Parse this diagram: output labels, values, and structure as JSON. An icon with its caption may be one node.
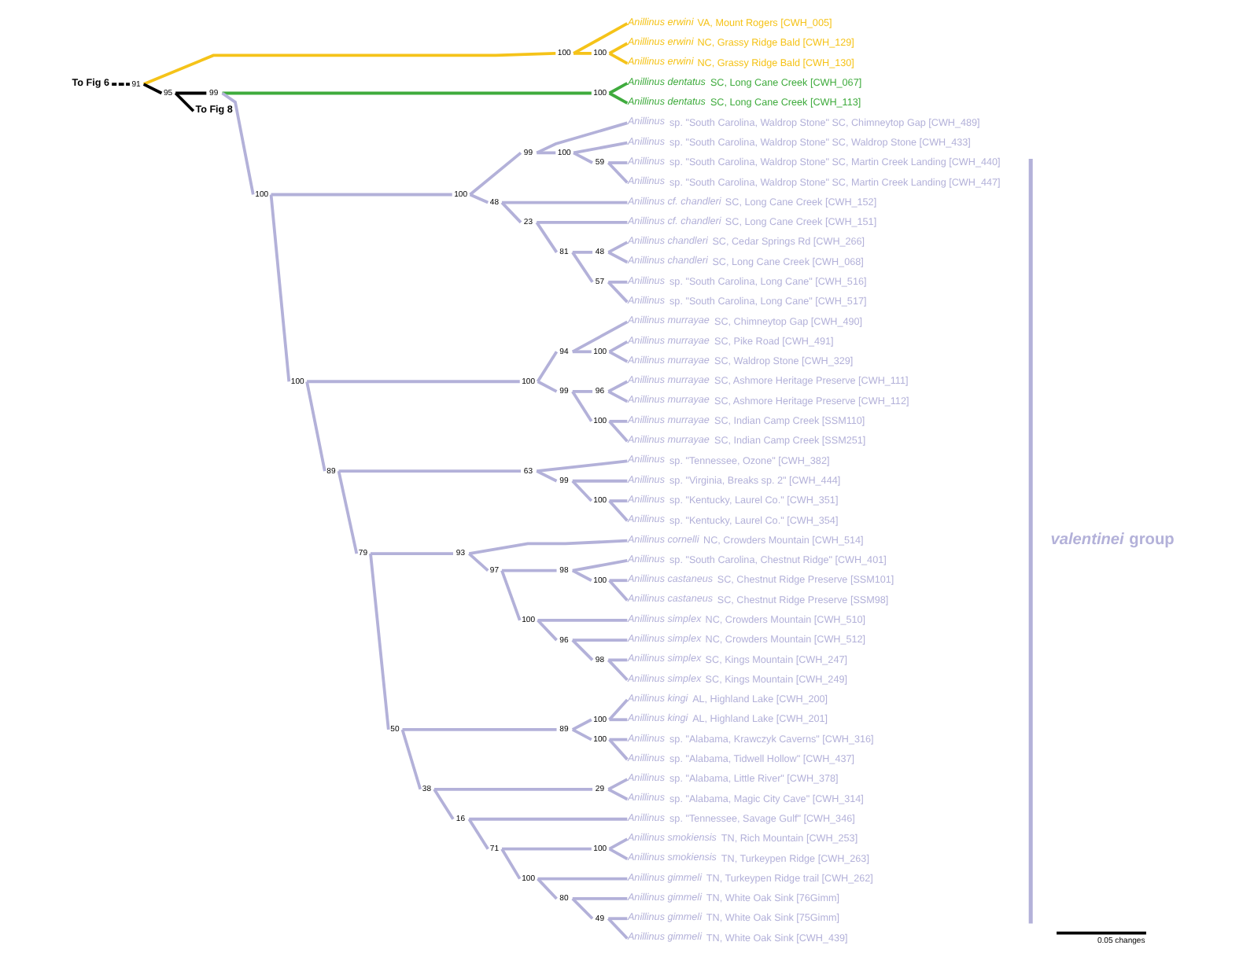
{
  "diagram": {
    "nodes": [
      {
        "text": [
          "To Fig 6"
        ]
      },
      {
        "text": [
          "91"
        ]
      },
      {
        "text": [
          "100"
        ]
      },
      {
        "text": [
          "*Anillinus erwini* VA, Mount Rogers [CWH_005]"
        ]
      },
      {
        "text": [
          "100"
        ]
      },
      {
        "text": [
          "*Anillinus erwini* NC, Grassy Ridge Bald [CWH_129]"
        ]
      },
      {
        "text": [
          "*Anillinus erwini* NC, Grassy Ridge Bald [CWH_130]"
        ]
      },
      {
        "text": [
          "95"
        ]
      },
      {
        "text": [
          "99"
        ]
      },
      {
        "text": [
          "100"
        ]
      },
      {
        "text": [
          "*Anillinus dentatus* SC, Long Cane Creek [CWH_067]"
        ]
      },
      {
        "text": [
          "*Anillinus dentatus* SC, Long Cane Creek [CWH_113]"
        ]
      },
      {
        "text": [
          "100"
        ]
      },
      {
        "text": [
          "100"
        ]
      },
      {
        "text": [
          "99"
        ]
      },
      {
        "text": [
          "*Anillinus* sp. \"South Carolina, Waldrop Stone\" SC, Chimneytop Gap [CWH_489]"
        ]
      },
      {
        "text": [
          "100"
        ]
      },
      {
        "text": [
          "*Anillinus* sp. \"South Carolina, Waldrop Stone\" SC, Waldrop Stone [CWH_433]"
        ]
      },
      {
        "text": [
          "59"
        ]
      },
      {
        "text": [
          "*Anillinus* sp. \"South Carolina, Waldrop Stone\" SC, Martin Creek Landing [CWH_440]"
        ]
      },
      {
        "text": [
          "*Anillinus* sp. \"South Carolina, Waldrop Stone\" SC, Martin Creek Landing [CWH_447]"
        ]
      },
      {
        "text": [
          "48"
        ]
      },
      {
        "text": [
          "*Anillinus cf. chandleri* SC, Long Cane Creek [CWH_152]"
        ]
      },
      {
        "text": [
          "23"
        ]
      },
      {
        "text": [
          "*Anillinus cf. chandleri* SC, Long Cane Creek [CWH_151]"
        ]
      },
      {
        "text": [
          "81"
        ]
      },
      {
        "text": [
          "48"
        ]
      },
      {
        "text": [
          "*Anillinus chandleri* SC, Cedar Springs Rd [CWH_266]"
        ]
      },
      {
        "text": [
          "*Anillinus chandleri* SC, Long Cane Creek [CWH_068]"
        ]
      },
      {
        "text": [
          "57"
        ]
      },
      {
        "text": [
          "*Anillinus* sp. \"South Carolina, Long Cane\" [CWH_516]"
        ]
      },
      {
        "text": [
          "*Anillinus* sp. \"South Carolina, Long Cane\" [CWH_517]"
        ]
      },
      {
        "text": [
          "100"
        ]
      },
      {
        "text": [
          "100"
        ]
      },
      {
        "text": [
          "94"
        ]
      },
      {
        "text": [
          "*Anillinus murrayae* SC, Chimneytop Gap [CWH_490]"
        ]
      },
      {
        "text": [
          "100"
        ]
      },
      {
        "text": [
          "*Anillinus murrayae* SC, Pike Road [CWH_491]"
        ]
      },
      {
        "text": [
          "*Anillinus murrayae* SC, Waldrop Stone [CWH_329]"
        ]
      },
      {
        "text": [
          "99"
        ]
      },
      {
        "text": [
          "96"
        ]
      },
      {
        "text": [
          "*Anillinus murrayae* SC, Ashmore Heritage Preserve [CWH_111]"
        ]
      },
      {
        "text": [
          "*Anillinus murrayae* SC, Ashmore Heritage Preserve [CWH_112]"
        ]
      },
      {
        "text": [
          "100"
        ]
      },
      {
        "text": [
          "*Anillinus murrayae* SC, Indian Camp Creek [SSM110]"
        ]
      },
      {
        "text": [
          "*Anillinus murrayae* SC, Indian Camp Creek [SSM251]"
        ]
      },
      {
        "text": [
          "89"
        ]
      },
      {
        "text": [
          "63"
        ]
      },
      {
        "text": [
          "*Anillinus* sp. \"Tennessee, Ozone\" [CWH_382]"
        ]
      },
      {
        "text": [
          "99"
        ]
      },
      {
        "text": [
          "*Anillinus* sp. \"Virginia, Breaks sp. 2\" [CWH_444]"
        ]
      },
      {
        "text": [
          "100"
        ]
      },
      {
        "text": [
          "*Anillinus* sp. \"Kentucky, Laurel Co.\" [CWH_351]"
        ]
      },
      {
        "text": [
          "*Anillinus* sp. \"Kentucky, Laurel Co.\" [CWH_354]"
        ]
      },
      {
        "text": [
          "79"
        ]
      },
      {
        "text": [
          "93"
        ]
      },
      {
        "text": [
          "*Anillinus cornelli* NC, Crowders Mountain [CWH_514]"
        ]
      },
      {
        "text": [
          "97"
        ]
      },
      {
        "text": [
          "98"
        ]
      },
      {
        "text": [
          "*Anillinus* sp. \"South Carolina, Chestnut Ridge\" [CWH_401]"
        ]
      },
      {
        "text": [
          "100"
        ]
      },
      {
        "text": [
          "*Anillinus castaneus* SC, Chestnut Ridge Preserve [SSM101]"
        ]
      },
      {
        "text": [
          "*Anillinus castaneus* SC, Chestnut Ridge Preserve [SSM98]"
        ]
      },
      {
        "text": [
          "100"
        ]
      },
      {
        "text": [
          "*Anillinus simplex* NC, Crowders Mountain [CWH_510]"
        ]
      },
      {
        "text": [
          "96"
        ]
      },
      {
        "text": [
          "*Anillinus simplex* NC, Crowders Mountain [CWH_512]"
        ]
      },
      {
        "text": [
          "98"
        ]
      },
      {
        "text": [
          "*Anillinus simplex* SC, Kings Mountain [CWH_247]"
        ]
      },
      {
        "text": [
          "*Anillinus simplex* SC, Kings Mountain [CWH_249]"
        ]
      },
      {
        "text": [
          "50"
        ]
      },
      {
        "text": [
          "89"
        ]
      },
      {
        "text": [
          "100"
        ]
      },
      {
        "text": [
          "*Anillinus kingi* AL, Highland Lake [CWH_200]"
        ]
      },
      {
        "text": [
          "*Anillinus kingi* AL, Highland Lake [CWH_201]"
        ]
      },
      {
        "text": [
          "100"
        ]
      },
      {
        "text": [
          "*Anillinus* sp. \"Alabama, Krawczyk Caverns\" [CWH_316]"
        ]
      },
      {
        "text": [
          "*Anillinus* sp. \"Alabama, Tidwell Hollow\" [CWH_437]"
        ]
      },
      {
        "text": [
          "38"
        ]
      },
      {
        "text": [
          "29"
        ]
      },
      {
        "text": [
          "*Anillinus* sp. \"Alabama, Little River\" [CWH_378]"
        ]
      },
      {
        "text": [
          "*Anillinus* sp. \"Alabama, Magic City Cave\" [CWH_314]"
        ]
      },
      {
        "text": [
          "16"
        ]
      },
      {
        "text": [
          "*Anillinus* sp. \"Tennessee, Savage Gulf\" [CWH_346]"
        ]
      },
      {
        "text": [
          "71"
        ]
      },
      {
        "text": [
          "100"
        ]
      },
      {
        "text": [
          "*Anillinus smokiensis* TN, Rich Mountain [CWH_253]"
        ]
      },
      {
        "text": [
          "*Anillinus smokiensis* TN, Turkeypen Ridge [CWH_263]"
        ]
      },
      {
        "text": [
          "100"
        ]
      },
      {
        "text": [
          "*Anillinus gimmeli* TN, Turkeypen Ridge trail [CWH_262]"
        ]
      },
      {
        "text": [
          "80"
        ]
      },
      {
        "text": [
          "*Anillinus gimmeli* TN, White Oak Sink [76Gimm]"
        ]
      },
      {
        "text": [
          "49"
        ]
      },
      {
        "text": [
          "*Anillinus gimmeli* TN, White Oak Sink [75Gimm]"
        ]
      },
      {
        "text": [
          "*Anillinus gimmeli* TN, White Oak Sink [CWH_439]"
        ]
      },
      {
        "text": [
          "To Fig 8"
        ]
      }
    ],
    "edges": [
      {
        "from": 0,
        "to": 1,
        "arrow": "none",
        "style": "dashed",
        "color": "#000000"
      },
      {
        "from": 1,
        "to": 2,
        "arrow": "none",
        "color": "#f5c319"
      },
      {
        "from": 2,
        "to": 3,
        "arrow": "none",
        "color": "#f5c319"
      },
      {
        "from": 2,
        "to": 4,
        "arrow": "none",
        "color": "#f5c319"
      },
      {
        "from": 4,
        "to": 5,
        "arrow": "none",
        "color": "#f5c319"
      },
      {
        "from": 4,
        "to": 6,
        "arrow": "none",
        "color": "#f5c319"
      },
      {
        "from": 1,
        "to": 7,
        "arrow": "none",
        "color": "#000000"
      },
      {
        "from": 7,
        "to": 8,
        "arrow": "none",
        "color": "#000000"
      },
      {
        "from": 8,
        "to": 9,
        "arrow": "none",
        "color": "#3fab3d"
      },
      {
        "from": 9,
        "to": 10,
        "arrow": "none",
        "color": "#3fab3d"
      },
      {
        "from": 9,
        "to": 11,
        "arrow": "none",
        "color": "#3fab3d"
      },
      {
        "from": 8,
        "to": 12,
        "arrow": "none"
      },
      {
        "from": 12,
        "to": 13,
        "arrow": "none"
      },
      {
        "from": 13,
        "to": 14,
        "arrow": "none"
      },
      {
        "from": 14,
        "to": 15,
        "arrow": "none"
      },
      {
        "from": 14,
        "to": 16,
        "arrow": "none"
      },
      {
        "from": 16,
        "to": 17,
        "arrow": "none"
      },
      {
        "from": 16,
        "to": 18,
        "arrow": "none"
      },
      {
        "from": 18,
        "to": 19,
        "arrow": "none"
      },
      {
        "from": 18,
        "to": 20,
        "arrow": "none"
      },
      {
        "from": 13,
        "to": 21,
        "arrow": "none"
      },
      {
        "from": 21,
        "to": 22,
        "arrow": "none"
      },
      {
        "from": 21,
        "to": 23,
        "arrow": "none"
      },
      {
        "from": 23,
        "to": 24,
        "arrow": "none"
      },
      {
        "from": 23,
        "to": 25,
        "arrow": "none"
      },
      {
        "from": 25,
        "to": 26,
        "arrow": "none"
      },
      {
        "from": 26,
        "to": 27,
        "arrow": "none"
      },
      {
        "from": 26,
        "to": 28,
        "arrow": "none"
      },
      {
        "from": 25,
        "to": 29,
        "arrow": "none"
      },
      {
        "from": 29,
        "to": 30,
        "arrow": "none"
      },
      {
        "from": 29,
        "to": 31,
        "arrow": "none"
      },
      {
        "from": 12,
        "to": 32,
        "arrow": "none"
      },
      {
        "from": 32,
        "to": 33,
        "arrow": "none"
      },
      {
        "from": 33,
        "to": 34,
        "arrow": "none"
      },
      {
        "from": 34,
        "to": 35,
        "arrow": "none"
      },
      {
        "from": 34,
        "to": 36,
        "arrow": "none"
      },
      {
        "from": 36,
        "to": 37,
        "arrow": "none"
      },
      {
        "from": 36,
        "to": 38,
        "arrow": "none"
      },
      {
        "from": 33,
        "to": 39,
        "arrow": "none"
      },
      {
        "from": 39,
        "to": 40,
        "arrow": "none"
      },
      {
        "from": 40,
        "to": 41,
        "arrow": "none"
      },
      {
        "from": 40,
        "to": 42,
        "arrow": "none"
      },
      {
        "from": 39,
        "to": 43,
        "arrow": "none"
      },
      {
        "from": 43,
        "to": 44,
        "arrow": "none"
      },
      {
        "from": 43,
        "to": 45,
        "arrow": "none"
      },
      {
        "from": 32,
        "to": 46,
        "arrow": "none"
      },
      {
        "from": 46,
        "to": 47,
        "arrow": "none"
      },
      {
        "from": 47,
        "to": 48,
        "arrow": "none"
      },
      {
        "from": 47,
        "to": 49,
        "arrow": "none"
      },
      {
        "from": 49,
        "to": 50,
        "arrow": "none"
      },
      {
        "from": 49,
        "to": 51,
        "arrow": "none"
      },
      {
        "from": 51,
        "to": 52,
        "arrow": "none"
      },
      {
        "from": 51,
        "to": 53,
        "arrow": "none"
      },
      {
        "from": 46,
        "to": 54,
        "arrow": "none"
      },
      {
        "from": 54,
        "to": 55,
        "arrow": "none"
      },
      {
        "from": 55,
        "to": 56,
        "arrow": "none"
      },
      {
        "from": 55,
        "to": 57,
        "arrow": "none"
      },
      {
        "from": 57,
        "to": 58,
        "arrow": "none"
      },
      {
        "from": 58,
        "to": 59,
        "arrow": "none"
      },
      {
        "from": 58,
        "to": 60,
        "arrow": "none"
      },
      {
        "from": 60,
        "to": 61,
        "arrow": "none"
      },
      {
        "from": 60,
        "to": 62,
        "arrow": "none"
      },
      {
        "from": 57,
        "to": 63,
        "arrow": "none"
      },
      {
        "from": 63,
        "to": 64,
        "arrow": "none"
      },
      {
        "from": 63,
        "to": 65,
        "arrow": "none"
      },
      {
        "from": 65,
        "to": 66,
        "arrow": "none"
      },
      {
        "from": 65,
        "to": 67,
        "arrow": "none"
      },
      {
        "from": 67,
        "to": 68,
        "arrow": "none"
      },
      {
        "from": 67,
        "to": 69,
        "arrow": "none"
      },
      {
        "from": 54,
        "to": 70,
        "arrow": "none"
      },
      {
        "from": 70,
        "to": 71,
        "arrow": "none"
      },
      {
        "from": 71,
        "to": 72,
        "arrow": "none"
      },
      {
        "from": 72,
        "to": 73,
        "arrow": "none"
      },
      {
        "from": 72,
        "to": 74,
        "arrow": "none"
      },
      {
        "from": 71,
        "to": 75,
        "arrow": "none"
      },
      {
        "from": 75,
        "to": 76,
        "arrow": "none"
      },
      {
        "from": 75,
        "to": 77,
        "arrow": "none"
      },
      {
        "from": 70,
        "to": 78,
        "arrow": "none"
      },
      {
        "from": 78,
        "to": 79,
        "arrow": "none"
      },
      {
        "from": 79,
        "to": 80,
        "arrow": "none"
      },
      {
        "from": 79,
        "to": 81,
        "arrow": "none"
      },
      {
        "from": 78,
        "to": 82,
        "arrow": "none"
      },
      {
        "from": 82,
        "to": 83,
        "arrow": "none"
      },
      {
        "from": 82,
        "to": 84,
        "arrow": "none"
      },
      {
        "from": 84,
        "to": 85,
        "arrow": "none"
      },
      {
        "from": 85,
        "to": 86,
        "arrow": "none"
      },
      {
        "from": 85,
        "to": 87,
        "arrow": "none"
      },
      {
        "from": 84,
        "to": 88,
        "arrow": "none"
      },
      {
        "from": 88,
        "to": 89,
        "arrow": "none"
      },
      {
        "from": 88,
        "to": 90,
        "arrow": "none"
      },
      {
        "from": 90,
        "to": 91,
        "arrow": "none"
      },
      {
        "from": 90,
        "to": 92,
        "arrow": "none"
      },
      {
        "from": 92,
        "to": 93,
        "arrow": "none"
      },
      {
        "from": 92,
        "to": 94,
        "arrow": "none"
      },
      {
        "from": 7,
        "to": 95,
        "arrow": "none",
        "color": "#000000"
      }
    ],
    "labels": [
      "*valentinei* group",
      "0.05 changes"
    ]
  }
}
